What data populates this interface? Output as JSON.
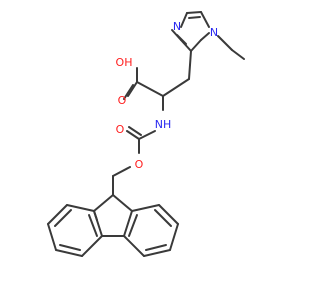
{
  "molecule": {
    "atoms": {
      "oh": "OH",
      "carbonyl_o": "O",
      "nh": "NH",
      "ester_o": "O",
      "carbamate_o": "O",
      "imidazole_n_ring": "N",
      "imidazole_n_methyl": "N"
    },
    "colors": {
      "oxygen": "#ff2020",
      "nitrogen": "#2a2af0",
      "carbon_bond": "#3a3a3a",
      "background": "#ffffff"
    }
  }
}
